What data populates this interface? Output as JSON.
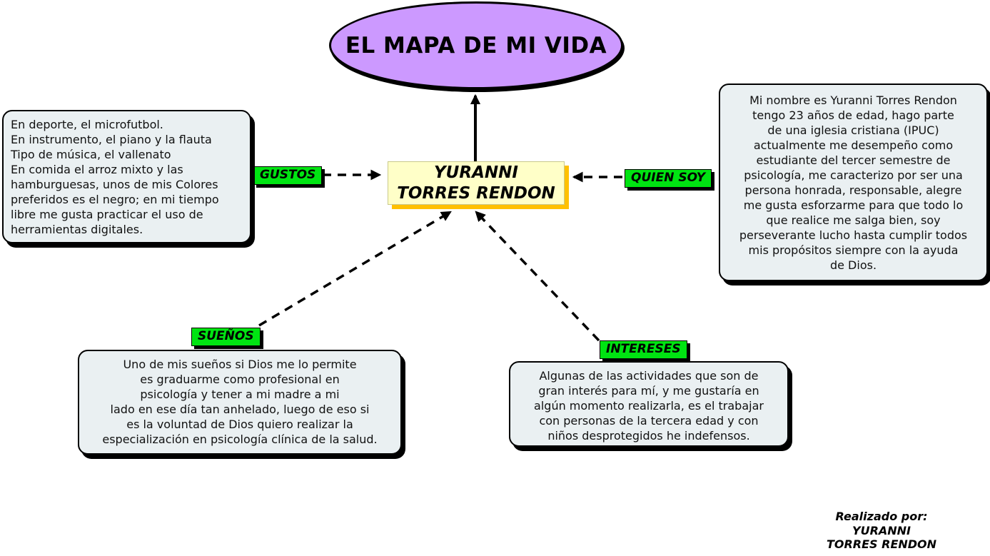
{
  "title": "EL MAPA DE MI VIDA",
  "center_node": {
    "name": [
      "YURANNI",
      "TORRES RENDON"
    ]
  },
  "branches": {
    "gustos": {
      "label": "GUSTOS",
      "text": [
        "En deporte, el microfutbol.",
        "En instrumento, el piano y la flauta",
        "Tipo de música, el vallenato",
        "En comida el arroz mixto y las",
        "hamburguesas, unos de mis Colores",
        "preferidos es el negro; en mi tiempo",
        "libre me gusta practicar el uso de",
        "herramientas digitales."
      ]
    },
    "quien_soy": {
      "label": "QUIEN SOY",
      "text": [
        "Mi nombre es Yuranni Torres Rendon",
        "tengo 23 años de edad, hago parte",
        "de una iglesia cristiana (IPUC)",
        "actualmente me desempeño como",
        "estudiante del tercer semestre de",
        "psicología, me caracterizo por ser una",
        "persona honrada, responsable, alegre",
        "me gusta esforzarme para que todo lo",
        "que realice me salga bien, soy",
        "perseverante lucho hasta cumplir todos",
        "mis propósitos siempre con la ayuda",
        "de Dios."
      ]
    },
    "suenos": {
      "label": "SUEÑOS",
      "text": [
        "Uno de mis sueños si Dios me lo permite",
        "es graduarme como profesional en",
        "psicología y tener a mi madre a mi",
        "lado en ese día tan anhelado, luego de eso si",
        "es la voluntad de Dios quiero realizar la",
        "especialización en psicología clínica de la salud."
      ]
    },
    "intereses": {
      "label": "INTERESES",
      "text": [
        "Algunas de las actividades que son de",
        "gran interés para mí, y me gustaría en",
        "algún momento realizarla, es el trabajar",
        "con personas de la tercera edad y con",
        "niños desprotegidos he indefensos."
      ]
    }
  },
  "credit": [
    "Realizado por:",
    "YURANNI",
    "TORRES RENDON"
  ],
  "colors": {
    "ellipse_fill": "#CC99FF",
    "center_fill": "#FFFFC8",
    "center_shadow": "#FFC000",
    "label_fill": "#00E412",
    "box_fill": "#EAF0F2",
    "connector": "#000000"
  }
}
